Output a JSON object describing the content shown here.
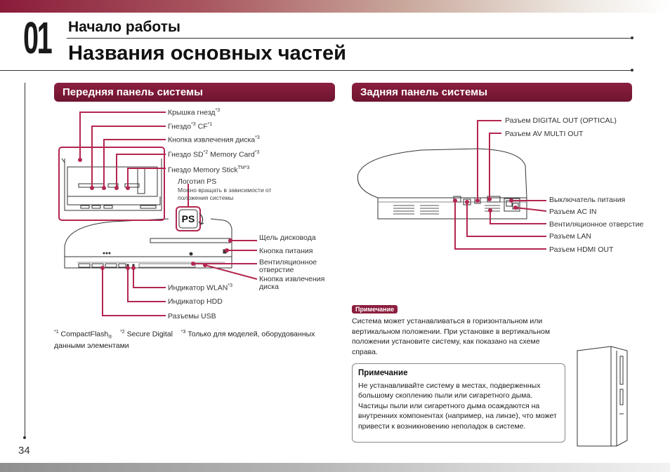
{
  "header": {
    "chapter": "01",
    "subtitle": "Начало работы",
    "title": "Названия основных частей"
  },
  "front": {
    "heading": "Передняя панель системы",
    "labels": {
      "cover": "Крышка гнезд",
      "cover_sup": "*3",
      "cf_a": "Гнездо",
      "cf_sup1": "*3",
      "cf_b": " CF",
      "cf_sup2": "*1",
      "eject": "Кнопка извлечения диска",
      "eject_sup": "*3",
      "sd_a": "Гнездо SD",
      "sd_sup": "*2",
      "sd_b": " Memory Card",
      "sd_sup2": "*3",
      "ms": "Гнездо Memory Stick",
      "ms_sup": "TM*3",
      "ps_logo": "Логотип PS",
      "ps_logo_note_1": "Можно вращать в зависимости от",
      "ps_logo_note_2": "положения системы",
      "disc_slot": "Щель дисковода",
      "power_btn": "Кнопка питания",
      "vent_1": "Вентиляционное",
      "vent_2": "отверстие",
      "eject2_1": "Кнопка извлечения",
      "eject2_2": "диска",
      "wlan": "Индикатор WLAN",
      "wlan_sup": "*3",
      "hdd": "Индикатор HDD",
      "usb": "Разъемы USB"
    },
    "footnote": {
      "f1_mark": "*1",
      "f1": " CompactFlash",
      "f1_reg": "®",
      "f2_mark": "*2",
      "f2": " Secure Digital",
      "f3_mark": "*3",
      "f3": " Только для моделей, оборудованных данными элементами"
    }
  },
  "rear": {
    "heading": "Задняя панель системы",
    "labels": {
      "optical": "Разъем DIGITAL OUT (OPTICAL)",
      "av": "Разъем AV MULTI OUT",
      "power_sw": "Выключатель питания",
      "ac": "Разъем AC IN",
      "vent": "Вентиляционное отверстие",
      "lan": "Разъем LAN",
      "hdmi": "Разъем HDMI OUT"
    },
    "note_badge": "Примечание",
    "note_text": "Система может устанавливаться в горизонтальном или вертикальном положении. При установке в вертикальном положении установите систему, как показано на схеме справа.",
    "box_title": "Примечание",
    "box_text": "Не устанавливайте систему в местах, подверженных большому скоплению пыли или сигаретного дыма. Частицы пыли или сигаретного дыма осаждаются на внутренних компонентах (например, на линзе), что может привести к возникновению неполадок в системе."
  },
  "page_number": "34",
  "colors": {
    "accent": "#8c1f3f",
    "callout": "#b3264f"
  }
}
